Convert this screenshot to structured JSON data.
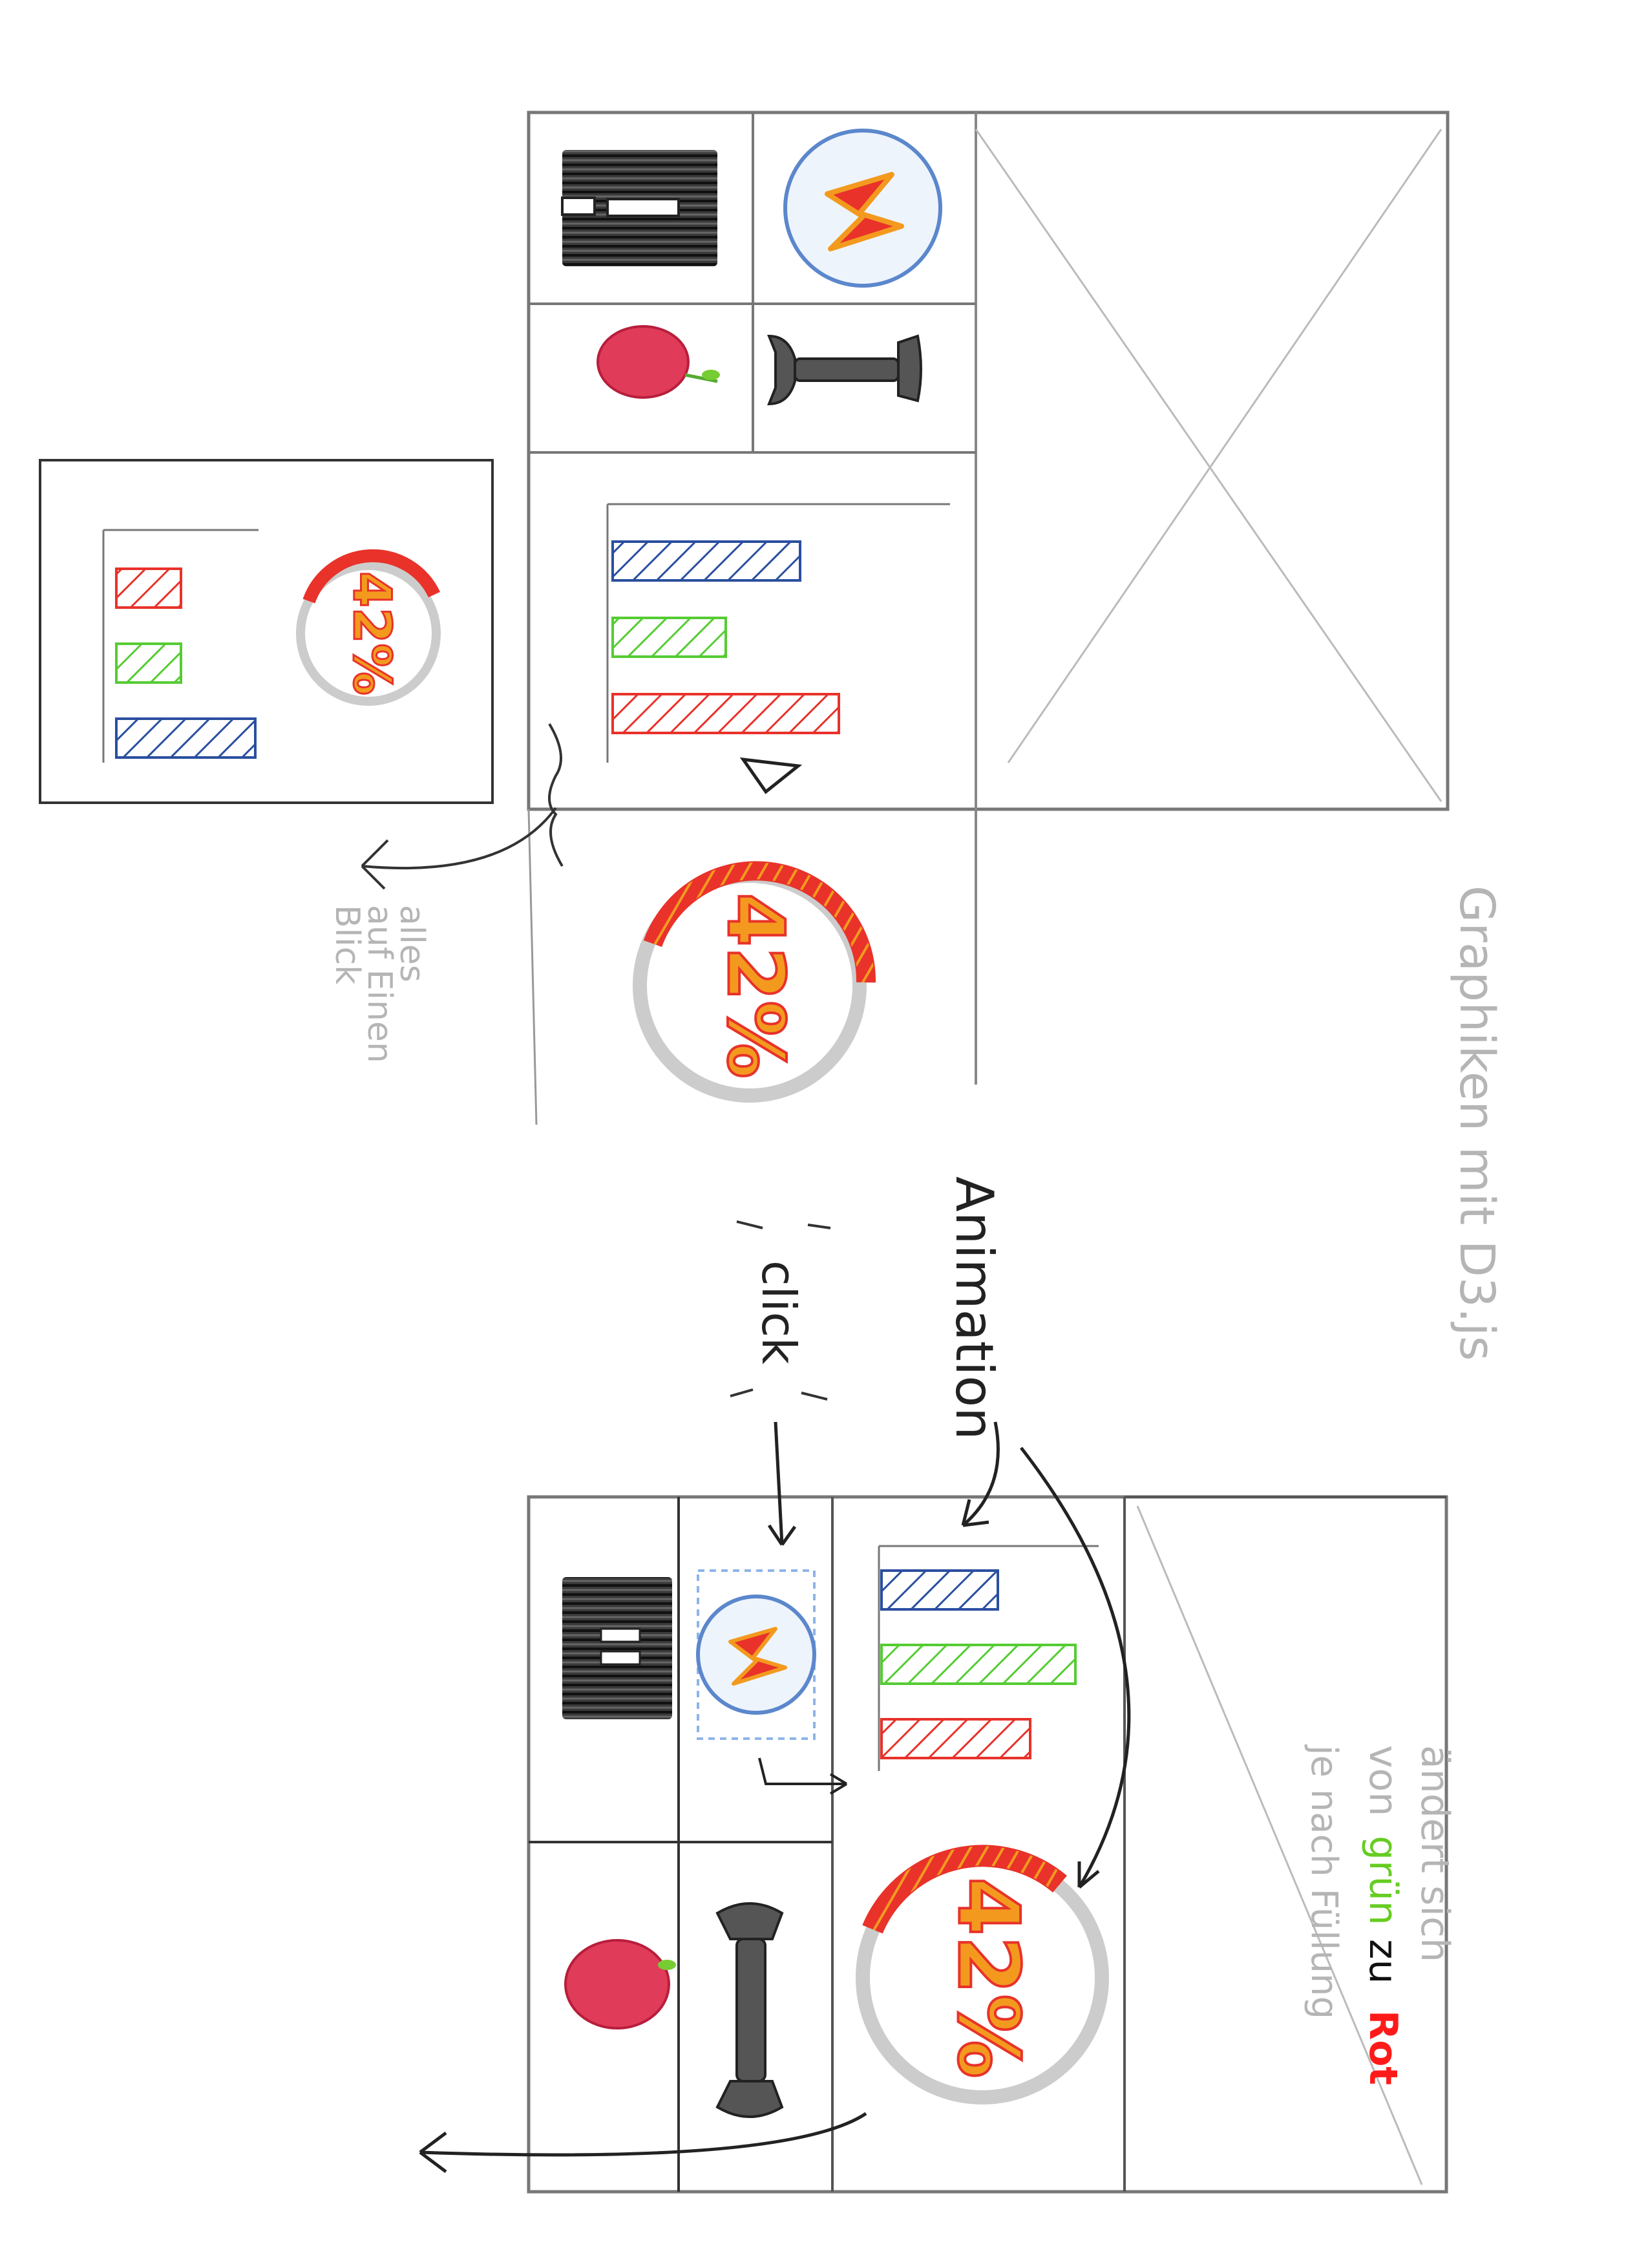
{
  "sketch": {
    "page_note": "Graphiken mit D3.js",
    "annotations": {
      "overview_note": [
        "alles",
        "auf Einen",
        "Blick"
      ],
      "animation_label": "Animation",
      "click_label": "click",
      "color_note_line1": "ändert sich",
      "color_note_von": "von",
      "color_note_gruen": "grün",
      "color_note_zu": "zu",
      "color_note_rot": "Rot",
      "color_note_line3": "je nach Füllung"
    },
    "gauge_percent_label": "42%",
    "gauge_percent_value": 42,
    "icons": [
      "lightning-icon",
      "wrench-icon",
      "apple-icon",
      "road-icon"
    ],
    "bar_levels": {
      "blue": 0.55,
      "green": 0.35,
      "red": 0.7
    },
    "colors": {
      "pencil": "#777777",
      "ink": "#222222",
      "red": "#e8322a",
      "orange": "#f39a1e",
      "green": "#55cc33",
      "blue": "#2a4fa0",
      "light_blue": "#8db4e8",
      "faint": "#b5b5b5",
      "rot_text": "#ff1a1a",
      "gruen_text": "#66cc22"
    }
  }
}
